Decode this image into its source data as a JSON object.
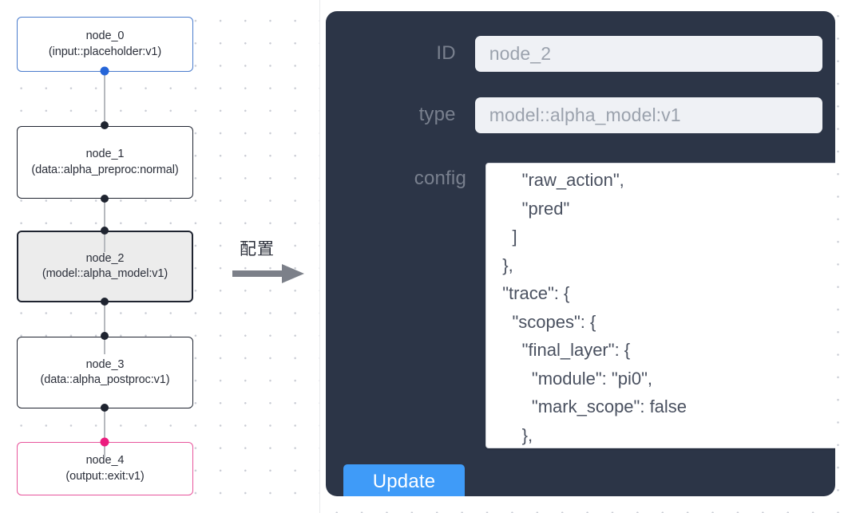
{
  "graph": {
    "name": "node-graph-canvas",
    "nodes": [
      {
        "id": "node_0",
        "line1": "node_0",
        "line2": "(input::placeholder:v1)",
        "kind": "input",
        "selected": false
      },
      {
        "id": "node_1",
        "line1": "node_1",
        "line2": "(data::alpha_preproc:normal)",
        "kind": "default",
        "selected": false
      },
      {
        "id": "node_2",
        "line1": "node_2",
        "line2": "(model::alpha_model:v1)",
        "kind": "default",
        "selected": true
      },
      {
        "id": "node_3",
        "line1": "node_3",
        "line2": "(data::alpha_postproc:v1)",
        "kind": "default",
        "selected": false
      },
      {
        "id": "node_4",
        "line1": "node_4",
        "line2": "(output::exit:v1)",
        "kind": "output",
        "selected": false
      }
    ],
    "colors": {
      "input_border": "#4a7ccd",
      "output_border": "#e8559c",
      "default_border": "#1f2430",
      "selected_fill": "#ececec",
      "edge": "#b6b9be",
      "handle": "#1f2430",
      "handle_input": "#2565d8",
      "handle_output": "#ec1c7e",
      "grid_dot": "#c9ccd4"
    }
  },
  "flow": {
    "caption": "配置",
    "arrow_icon": "right-arrow-icon",
    "arrow_color": "#7c8089"
  },
  "inspector": {
    "panel_color": "#2c3547",
    "fields": [
      {
        "key": "id",
        "label": "ID",
        "value": "node_2"
      },
      {
        "key": "type",
        "label": "type",
        "value": "model::alpha_model:v1"
      }
    ],
    "config": {
      "label": "config",
      "value": "      \"raw_action\",\n      \"pred\"\n    ]\n  },\n  \"trace\": {\n    \"scopes\": {\n      \"final_layer\": {\n        \"module\": \"pi0\",\n        \"mark_scope\": false\n      },\n      \"action_model\": {",
      "scrollbar": "vertical-scrollbar",
      "resize_handle": "resize-grip-icon"
    },
    "update_button": {
      "label": "Update",
      "color": "#3f9bf8"
    }
  }
}
